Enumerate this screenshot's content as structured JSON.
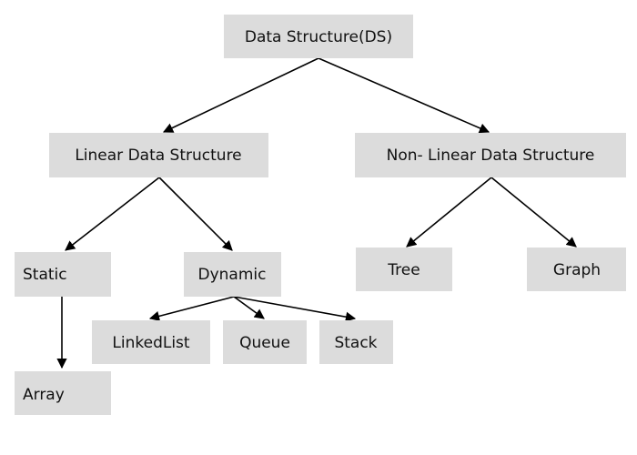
{
  "nodes": {
    "root": {
      "label": "Data Structure(DS)"
    },
    "linear": {
      "label": "Linear Data Structure"
    },
    "nonlinear": {
      "label": "Non- Linear Data Structure"
    },
    "static": {
      "label": "Static"
    },
    "dynamic": {
      "label": "Dynamic"
    },
    "tree": {
      "label": "Tree"
    },
    "graph": {
      "label": "Graph"
    },
    "linkedlist": {
      "label": "LinkedList"
    },
    "queue": {
      "label": "Queue"
    },
    "stack": {
      "label": "Stack"
    },
    "array": {
      "label": "Array"
    }
  },
  "colors": {
    "node_fill": "#dcdcdc",
    "edge": "#000000",
    "text": "#111111"
  }
}
